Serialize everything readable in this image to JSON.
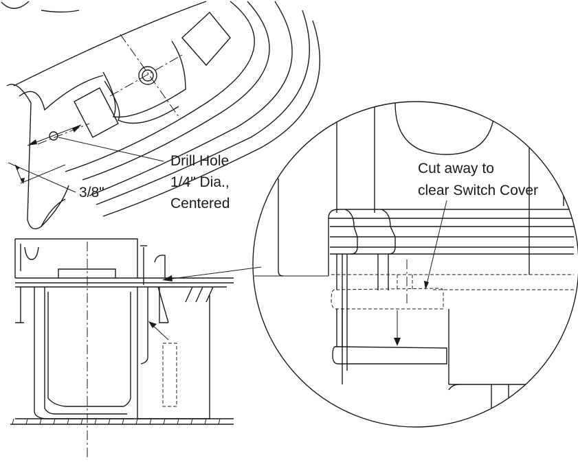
{
  "labels": {
    "drill_hole_1": "Drill Hole",
    "drill_hole_2": "1/4\" Dia.,",
    "drill_hole_3": "Centered",
    "offset": "3/8\"",
    "cut_away_1": "Cut away to",
    "cut_away_2": "clear Switch Cover"
  },
  "colors": {
    "ink": "#1a1a1a",
    "paper": "#ffffff"
  }
}
